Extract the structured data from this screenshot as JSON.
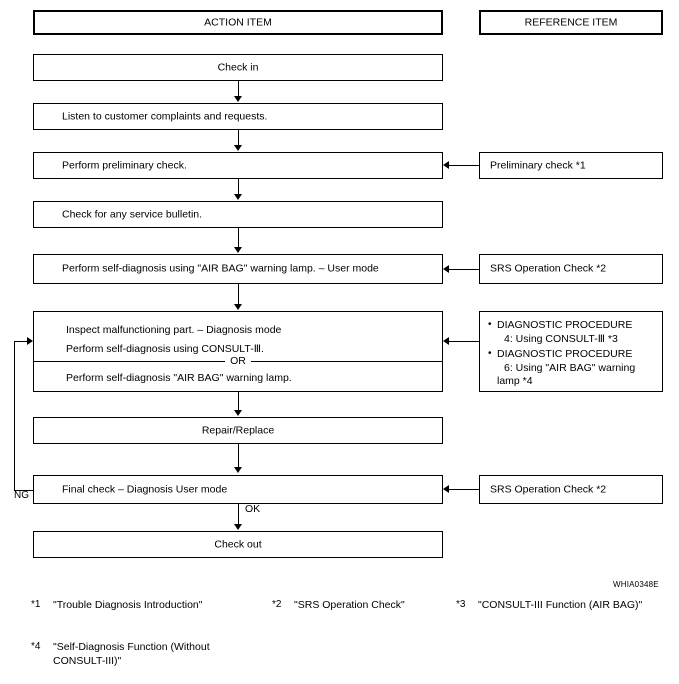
{
  "figure": {
    "code": "WHIA0348E",
    "columns": {
      "action_header": "ACTION ITEM",
      "reference_header": "REFERENCE ITEM"
    }
  },
  "action_steps": [
    {
      "id": "check-in",
      "label": "Check in",
      "align": "center"
    },
    {
      "id": "listen-complaints",
      "label": "Listen to customer complaints and requests.",
      "align": "left"
    },
    {
      "id": "preliminary-check",
      "label": "Perform preliminary check.",
      "align": "left"
    },
    {
      "id": "service-bulletin",
      "label": "Check for any service bulletin.",
      "align": "left"
    },
    {
      "id": "self-diagnosis-user-mode",
      "label": "Perform self-diagnosis using \"AIR BAG\" warning lamp. – User mode",
      "align": "left"
    },
    {
      "id": "repair-replace",
      "label": "Repair/Replace",
      "align": "center"
    },
    {
      "id": "final-check",
      "label": "Final check – Diagnosis User mode",
      "align": "left"
    },
    {
      "id": "check-out",
      "label": "Check out",
      "align": "center"
    }
  ],
  "inspect_step": {
    "id": "inspect-malfunctioning-part",
    "line1": "Inspect malfunctioning part. – Diagnosis mode",
    "line2": "Perform self-diagnosis using CONSULT-Ⅲ.",
    "separator": "OR",
    "line3": "Perform self-diagnosis \"AIR BAG\" warning lamp."
  },
  "reference_items": [
    {
      "id": "preliminary-check-ref",
      "label": "Preliminary check *1"
    },
    {
      "id": "srs-operation-check-ref-1",
      "label": "SRS Operation Check *2"
    },
    {
      "id": "srs-operation-check-ref-2",
      "label": "SRS Operation Check *2"
    }
  ],
  "reference_bullets": {
    "id": "diagnostic-procedure-ref",
    "items": [
      {
        "line1": "DIAGNOSTIC PROCEDURE",
        "line2": "4: Using CONSULT-Ⅲ *3"
      },
      {
        "line1": "DIAGNOSTIC PROCEDURE",
        "line2": "6: Using \"AIR BAG\" warning",
        "line3": "lamp *4"
      }
    ]
  },
  "edge_labels": {
    "ng": "NG",
    "ok": "OK"
  },
  "footnotes": [
    {
      "mark": "*1",
      "text": "\"Trouble Diagnosis Introduction\""
    },
    {
      "mark": "*2",
      "text": "\"SRS Operation Check\""
    },
    {
      "mark": "*3",
      "text": "\"CONSULT-III Function (AIR BAG)\""
    },
    {
      "mark": "*4",
      "text": "\"Self-Diagnosis Function (Without CONSULT-III)\""
    }
  ],
  "colors": {
    "stroke": "#000000",
    "background": "#ffffff"
  }
}
